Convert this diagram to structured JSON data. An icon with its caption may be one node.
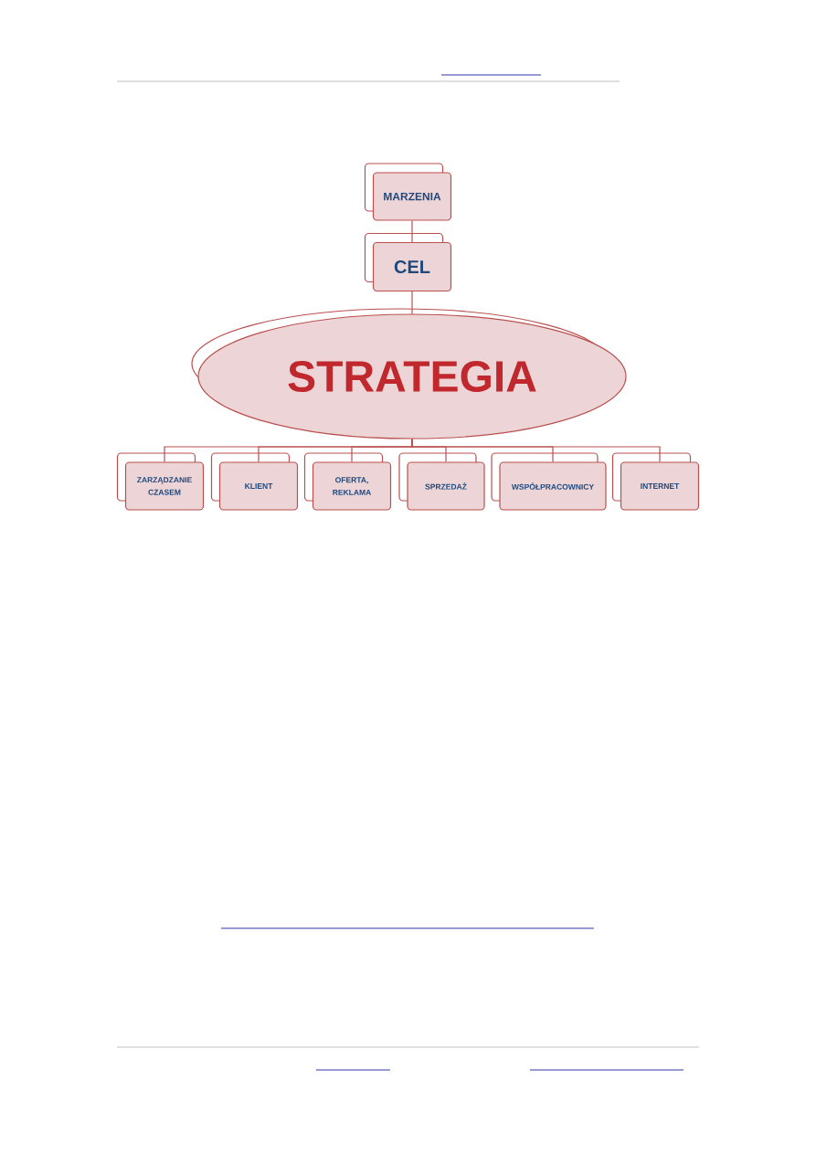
{
  "diagram": {
    "nodes": [
      {
        "text": [
          "MARZENIA"
        ]
      },
      {
        "text": [
          "CEL"
        ]
      },
      {
        "text": [
          "STRATEGIA"
        ]
      },
      {
        "text": [
          "ZARZĄDZANIE CZASEM"
        ]
      },
      {
        "text": [
          "KLIENT"
        ]
      },
      {
        "text": [
          "OFERTA, REKLAMA"
        ]
      },
      {
        "text": [
          "SPRZEDAŻ"
        ]
      },
      {
        "text": [
          "WSPÓŁPRACOWNICY"
        ]
      },
      {
        "text": [
          "INTERNET"
        ]
      }
    ],
    "edges": [
      {
        "from": 0,
        "to": 1,
        "arrow": "none"
      },
      {
        "from": 1,
        "to": 2,
        "arrow": "none"
      },
      {
        "from": 2,
        "to": 3,
        "arrow": "none"
      },
      {
        "from": 2,
        "to": 4,
        "arrow": "none"
      },
      {
        "from": 2,
        "to": 5,
        "arrow": "none"
      },
      {
        "from": 2,
        "to": 6,
        "arrow": "none"
      },
      {
        "from": 2,
        "to": 7,
        "arrow": "none"
      },
      {
        "from": 2,
        "to": 8,
        "arrow": "none"
      }
    ]
  }
}
